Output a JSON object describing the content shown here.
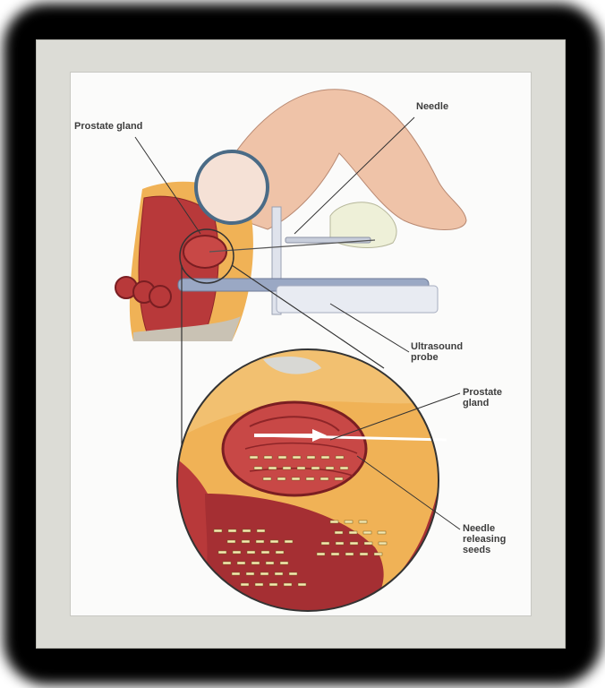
{
  "labels": {
    "prostate_gland_top": "Prostate gland",
    "needle": "Needle",
    "ultrasound_probe": "Ultrasound\nprobe",
    "prostate_gland_detail": "Prostate\ngland",
    "needle_releasing_seeds": "Needle\nreleasing\nseeds"
  },
  "colors": {
    "tissue": "#b8393a",
    "tissue_dark": "#8e2528",
    "fat": "#f0b256",
    "skin": "#efc3a8",
    "probe": "#9aa8c4",
    "badge_fill": "#f5e1d6",
    "badge_ring": "#4a6b86"
  }
}
